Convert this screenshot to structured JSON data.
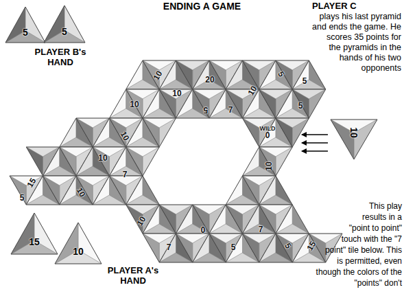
{
  "diagram": {
    "title": "ENDING A GAME",
    "nodes": [
      {
        "text": [
          "5"
        ]
      },
      {
        "text": [
          "5"
        ]
      },
      {
        "text": [
          "15"
        ]
      },
      {
        "text": [
          "10"
        ]
      },
      {
        "text": [
          "10"
        ]
      }
    ],
    "labels": [
      "PLAYER C",
      "plays his last pyramid and ends the game. He scores 35 points for the pyramids in the hands of his two opponents",
      "PLAYER B's HAND",
      "PLAYER A's HAND",
      "This play results in a \"point to point\" touch with the \"7 point\" tile below. This is permitted, even though the colors of the \"points\" don't",
      "10",
      "10",
      "10",
      "20",
      "5",
      "7",
      "10",
      "5",
      "5",
      "5",
      "WILD",
      "0",
      "10",
      "10",
      "10",
      "15",
      "5",
      "10",
      "7",
      "10",
      "7",
      "0",
      "5",
      "7",
      "5",
      "15"
    ]
  }
}
